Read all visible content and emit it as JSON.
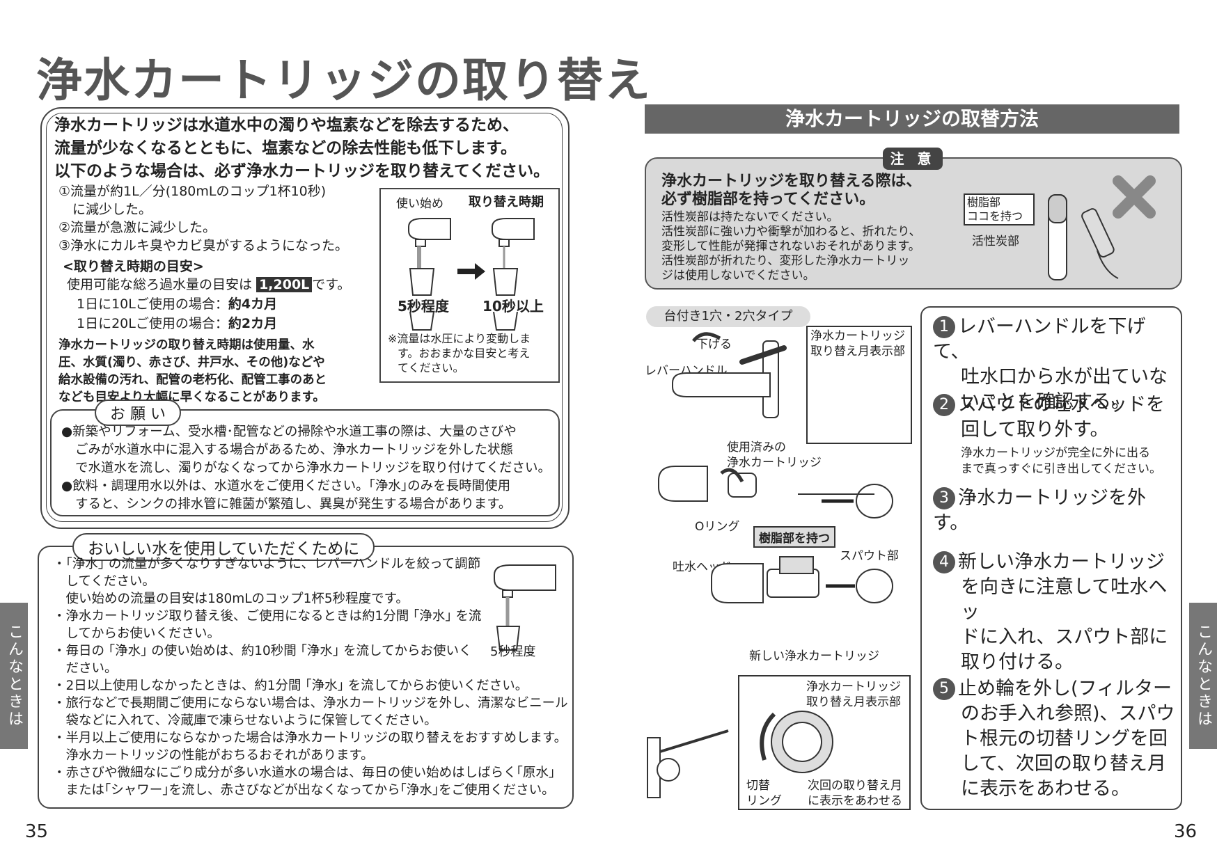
{
  "left_page": {
    "title": "浄水カートリッジの取り替え",
    "intro_lines": [
      "浄水カートリッジは水道水中の濁りや塩素などを除去するため、",
      "流量が少なくなるとともに、塩素などの除去性能も低下します。",
      "以下のような場合は、必ず浄水カートリッジを取り替えてください。"
    ],
    "conditions": [
      "①流量が約1L／分(180mLのコップ1杯10秒)",
      "に減少した。",
      "②流量が急激に減少した。",
      "③浄水にカルキ臭やカビ臭がするようになった。"
    ],
    "guideline_heading": "<取り替え時期の目安>",
    "guideline_total_prefix": "使用可能な総ろ過水量の目安は",
    "guideline_total_value": "1,200L",
    "guideline_total_suffix": "です。",
    "usage_rows": [
      {
        "label": "1日に10Lご使用の場合：",
        "value": "約4カ月"
      },
      {
        "label": "1日に20Lご使用の場合：",
        "value": "約2カ月"
      }
    ],
    "timing_note": [
      "浄水カートリッジの取り替え時期は使用量、水",
      "圧、水質(濁り、赤さび、井戸水、その他)などや",
      "給水設備の汚れ、配管の老朽化、配管工事のあと",
      "なども目安より大幅に早くなることがあります。"
    ],
    "figure": {
      "label_start": "使い始め",
      "label_replace": "取り替え時期",
      "caption_start": "5秒程度",
      "caption_replace": "10秒以上",
      "note": [
        "※流量は水圧により変動しま",
        "す。おおまかな目安と考え",
        "てください。"
      ]
    },
    "onegai": {
      "heading": "お 願 い",
      "items": [
        [
          "●新築やリフォーム、受水槽･配管などの掃除や水道工事の際は、大量のさびや",
          "ごみが水道水中に混入する場合があるため、浄水カートリッジを外した状態",
          "で水道水を流し、濁りがなくなってから浄水カートリッジを取り付けてください。"
        ],
        [
          "●飲料・調理用水以外は、水道水をご使用ください。｢浄水｣のみを長時間使用",
          "すると、シンクの排水管に雑菌が繁殖し、異臭が発生する場合があります。"
        ]
      ]
    },
    "water": {
      "heading": "おいしい水を使用していただくために",
      "lines": [
        "・｢浄水｣ の流量が多くなりすぎないように、レバーハンドルを絞って調節",
        "　してください。",
        "　使い始めの流量の目安は180mLのコップ1杯5秒程度です。",
        "・浄水カートリッジ取り替え後、ご使用になるときは約1分間 ｢浄水｣ を流",
        "　してからお使いください。",
        "・毎日の ｢浄水｣ の使い始めは、約10秒間 ｢浄水｣ を流してからお使いく",
        "　ださい。",
        "・2日以上使用しなかったときは、約1分間 ｢浄水｣ を流してからお使いください。",
        "・旅行などで長期間ご使用にならない場合は、浄水カートリッジを外し、清潔なビニール",
        "　袋などに入れて、冷蔵庫で凍らせないように保管してください。",
        "・半月以上ご使用にならなかった場合は浄水カートリッジの取り替えをおすすめします。",
        "　浄水カートリッジの性能がおちるおそれがあります。",
        "・赤さびや微細なにごり成分が多い水道水の場合は、毎日の使い始めはしばらく｢原水｣",
        "　または｢シャワー｣を流し、赤さびなどが出なくなってから｢浄水｣をご使用ください。"
      ],
      "figure_caption": "5秒程度"
    },
    "sidebar": "こんなときは",
    "page_number": "35"
  },
  "right_page": {
    "section_title": "浄水カートリッジの取替方法",
    "caution": {
      "badge": "注 意",
      "heading": [
        "浄水カートリッジを取り替える際は、",
        "必ず樹脂部を持ってください。"
      ],
      "lines": [
        "活性炭部は持たないでください。",
        "活性炭部に強い力や衝撃が加わると、折れたり、",
        "変形して性能が発揮されないおそれがあります。",
        "活性炭部が折れたり、変形した浄水カートリッ",
        "ジは使用しないでください。"
      ],
      "label_resin": [
        "樹脂部",
        "ココを持つ"
      ],
      "label_carbon": "活性炭部"
    },
    "diagram": {
      "type_label": "台付き1穴・2穴タイプ",
      "lower": "下げる",
      "lever": "レバーハンドル",
      "month_indicator": [
        "浄水カートリッジ",
        "取り替え月表示部"
      ],
      "used_cartridge": [
        "使用済みの",
        "浄水カートリッジ"
      ],
      "o_ring": "Oリング",
      "hold_resin": "樹脂部を持つ",
      "spout": "スパウト部",
      "head": "吐水ヘッド",
      "new_cartridge": "新しい浄水カートリッジ",
      "month_indicator2": [
        "浄水カートリッジ",
        "取り替え月表示部"
      ],
      "switch_ring": [
        "切替",
        "リング"
      ],
      "next_month": [
        "次回の取り替え月",
        "に表示をあわせる"
      ]
    },
    "steps": [
      {
        "num": "1",
        "lines": [
          "レバーハンドルを下げて、",
          "吐水口から水が出ていな",
          "いことを確認する。"
        ]
      },
      {
        "num": "2",
        "lines": [
          "スパウトの吐水ヘッドを",
          "回して取り外す。"
        ],
        "note": [
          "浄水カートリッジが完全に外に出る",
          "まで真っすぐに引き出してください。"
        ]
      },
      {
        "num": "3",
        "lines": [
          "浄水カートリッジを外す。"
        ]
      },
      {
        "num": "4",
        "lines": [
          "新しい浄水カートリッジ",
          "を向きに注意して吐水ヘッ",
          "ドに入れ、スパウト部に",
          "取り付ける。"
        ]
      },
      {
        "num": "5",
        "lines": [
          "止め輪を外し(フィルター",
          "のお手入れ参照)、スパウ",
          "ト根元の切替リングを回",
          "して、次回の取り替え月",
          "に表示をあわせる。"
        ]
      }
    ],
    "sidebar": "こんなときは",
    "page_number": "36"
  }
}
